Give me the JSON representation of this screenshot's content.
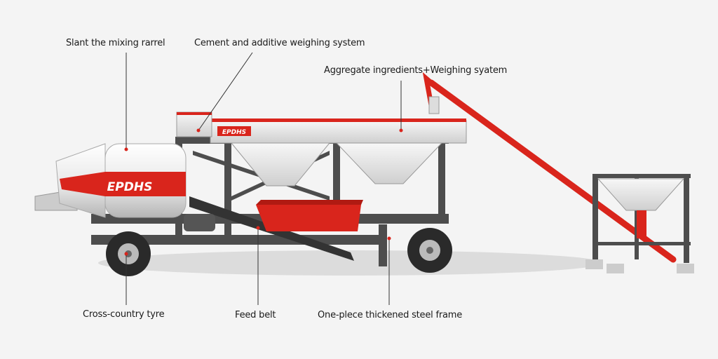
{
  "brand": "EPDHS",
  "colors": {
    "accent": "#d9251c",
    "frame": "#4a4a4a",
    "drum": "#eeeeee",
    "background": "#f4f4f4"
  },
  "labels": {
    "mixing_barrel": "Slant the mixing rarrel",
    "cement_weighing": "Cement and additive weighing system",
    "aggregate_weighing": "Aggregate ingredients+Weighing syatem",
    "tyre": "Cross-country tyre",
    "feed_belt": "Feed belt",
    "steel_frame": "One-plece thickened steel frame"
  }
}
